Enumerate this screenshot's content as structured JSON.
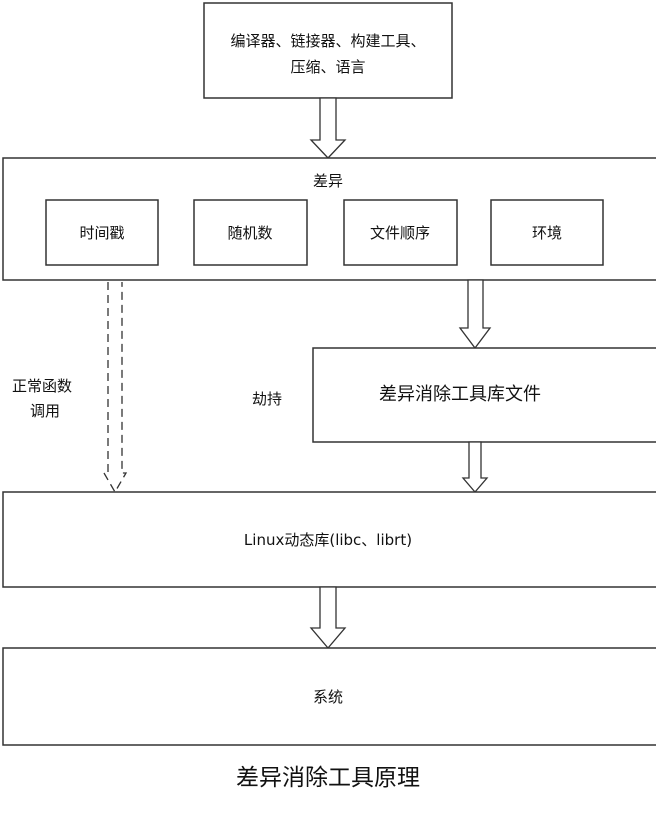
{
  "nodes": {
    "tools_line1": "编译器、链接器、构建工具、",
    "tools_line2": "压缩、语言",
    "diff_title": "差异",
    "diff_items": [
      "时间戳",
      "随机数",
      "文件顺序",
      "环境"
    ],
    "lib_file": "差异消除工具库文件",
    "linux_lib": "Linux动态库(libc、librt)",
    "system": "系统"
  },
  "edges": {
    "normal_call_line1": "正常函数",
    "normal_call_line2": "调用",
    "hijack": "劫持"
  },
  "caption": "差异消除工具原理"
}
